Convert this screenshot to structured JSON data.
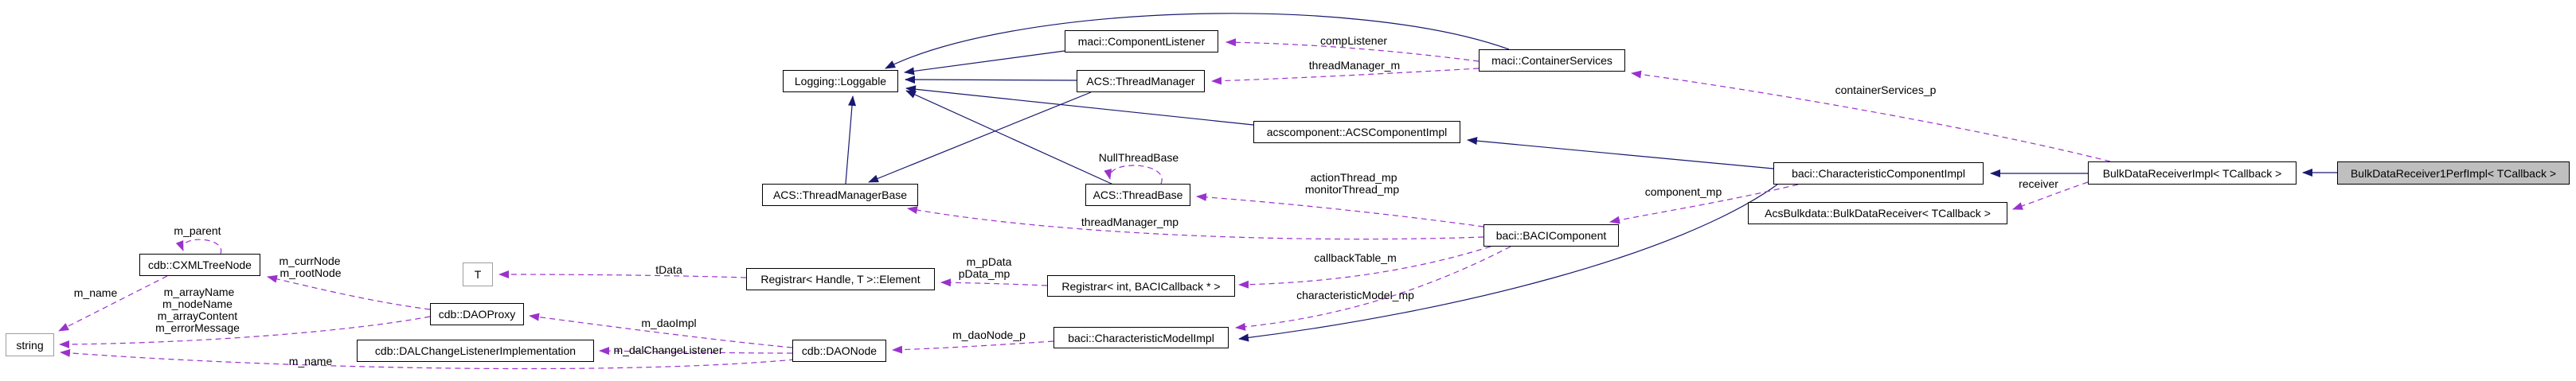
{
  "diagram": {
    "type": "collaboration-graph",
    "nodes": {
      "component_listener": {
        "label": "maci::ComponentListener"
      },
      "container_services": {
        "label": "maci::ContainerServices"
      },
      "loggable": {
        "label": "Logging::Loggable"
      },
      "thread_manager": {
        "label": "ACS::ThreadManager"
      },
      "acs_component_impl": {
        "label": "acscomponent::ACSComponentImpl"
      },
      "characteristic_component_impl": {
        "label": "baci::CharacteristicComponentImpl"
      },
      "bulk_data_receiver_impl": {
        "label": "BulkDataReceiverImpl< TCallback >"
      },
      "bulk_data_receiver_1perf_impl": {
        "label": "BulkDataReceiver1PerfImpl< TCallback >"
      },
      "thread_manager_base": {
        "label": "ACS::ThreadManagerBase"
      },
      "thread_base": {
        "label": "ACS::ThreadBase"
      },
      "acs_bulkdata_receiver": {
        "label": "AcsBulkdata::BulkDataReceiver< TCallback >"
      },
      "baci_component": {
        "label": "baci::BACIComponent"
      },
      "cxml_tree_node": {
        "label": "cdb::CXMLTreeNode"
      },
      "t": {
        "label": "T"
      },
      "registrar_element": {
        "label": "Registrar< Handle, T >::Element"
      },
      "registrar_int": {
        "label": "Registrar< int, BACICallback * >"
      },
      "dao_proxy": {
        "label": "cdb::DAOProxy"
      },
      "characteristic_model_impl": {
        "label": "baci::CharacteristicModelImpl"
      },
      "string": {
        "label": "string"
      },
      "dal_change_listener_impl": {
        "label": "cdb::DALChangeListenerImplementation"
      },
      "dao_node": {
        "label": "cdb::DAONode"
      }
    },
    "edge_labels": {
      "comp_listener": "compListener",
      "thread_manager_m": "threadManager_m",
      "container_services_p": "containerServices_p",
      "null_thread_base": "NullThreadBase",
      "action_thread_mp": "actionThread_mp",
      "monitor_thread_mp": "monitorThread_mp",
      "thread_manager_mp": "threadManager_mp",
      "component_mp": "component_mp",
      "receiver": "receiver",
      "callback_table_m": "callbackTable_m",
      "characteristic_model_mp": "characteristicModel_mp",
      "m_parent": "m_parent",
      "m_curr_node": "m_currNode",
      "m_root_node": "m_rootNode",
      "m_name_tree": "m_name",
      "m_array_name": "m_arrayName",
      "m_node_name": "m_nodeName",
      "m_array_content": "m_arrayContent",
      "m_error_message": "m_errorMessage",
      "t_data": "tData",
      "m_p_data": "m_pData",
      "p_data_mp": "pData_mp",
      "m_dao_impl": "m_daoImpl",
      "m_dal_change_listener": "m_dalChangeListener",
      "m_dao_node_p": "m_daoNode_p",
      "m_name_dao": "m_name"
    },
    "colors": {
      "edge-inherit": "#191970",
      "edge-use": "#9a32cd",
      "node-border": "#000000",
      "node-bg": "#ffffff",
      "external-border": "#9e9e9e",
      "highlight-bg": "#bfbfbf",
      "text": "#000000"
    }
  }
}
